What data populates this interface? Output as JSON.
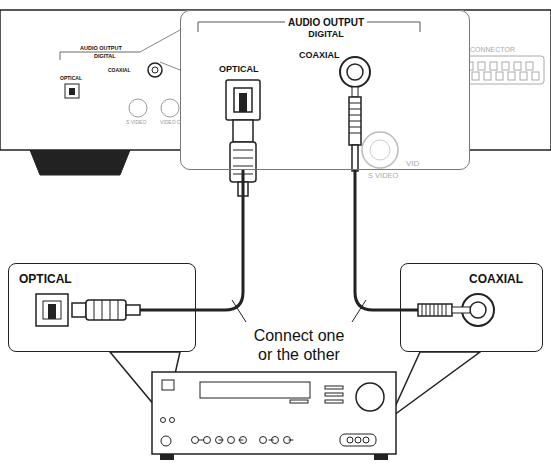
{
  "diagram": {
    "nodes": [
      {
        "text": [
          "AUDIO OUTPUT",
          "DIGITAL",
          "OPTICAL",
          "COAXIAL"
        ]
      },
      {
        "text": [
          "OPTICAL"
        ]
      },
      {
        "text": [
          "COAXIAL"
        ]
      }
    ],
    "edges": [
      {
        "from": 0,
        "to": 1,
        "arrow": "none"
      },
      {
        "from": 0,
        "to": 2,
        "arrow": "none"
      }
    ],
    "labels": [
      "AUDIO OUTPUT",
      "DIGITAL",
      "OPTICAL",
      "COAXIAL",
      "S VIDEO",
      "VIDEO O",
      "CONNECTOR",
      "S VIDEO",
      "VID",
      "Connect one or the other"
    ]
  }
}
